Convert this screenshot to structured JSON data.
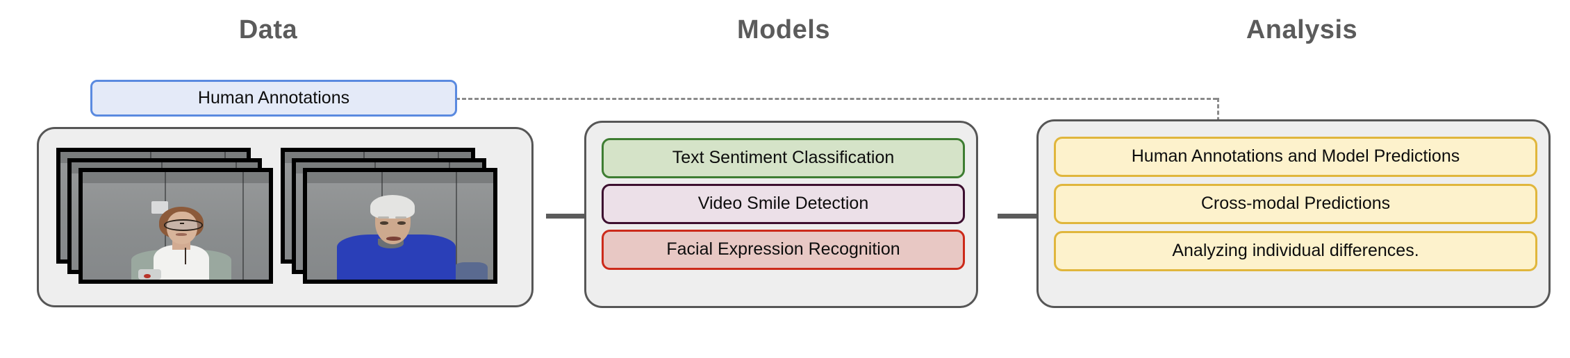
{
  "sections": [
    {
      "title": "Data"
    },
    {
      "title": "Models"
    },
    {
      "title": "Analysis"
    }
  ],
  "data_stage": {
    "annotation_box": {
      "label": "Human Annotations"
    },
    "video_stacks": [
      {
        "name": "participant-video-stack-1",
        "subject": "older-woman-with-glasses",
        "frames": 3
      },
      {
        "name": "participant-video-stack-2",
        "subject": "older-man-blue-sweater",
        "frames": 3
      }
    ]
  },
  "models_stage": {
    "items": [
      {
        "label": "Text Sentiment Classification",
        "fill": "#d5e3c8",
        "border": "#3e7d32"
      },
      {
        "label": "Video Smile Detection",
        "fill": "#ece0e8",
        "border": "#3d1030"
      },
      {
        "label": "Facial Expression Recognition",
        "fill": "#e8c8c4",
        "border": "#cc2a1a"
      }
    ]
  },
  "analysis_stage": {
    "items": [
      {
        "label": "Human Annotations and Model Predictions",
        "fill": "#fdf2cc",
        "border": "#e0b63c"
      },
      {
        "label": "Cross-modal Predictions",
        "fill": "#fdf2cc",
        "border": "#e0b63c"
      },
      {
        "label": "Analyzing individual differences.",
        "fill": "#fdf2cc",
        "border": "#e0b63c"
      }
    ]
  },
  "connectors": {
    "arrow_data_to_models": "arrow-right",
    "arrow_models_to_analysis": "arrow-right",
    "dashed_annotations_to_analysis": "dashed-elbow"
  },
  "colors": {
    "panel_fill": "#eeeeee",
    "panel_border": "#565656",
    "heading": "#5b5b5b",
    "arrow": "#5b5b5b",
    "dashed": "#8a8a8a",
    "annotation_fill": "#e4eaf8",
    "annotation_border": "#5a8ae0"
  }
}
